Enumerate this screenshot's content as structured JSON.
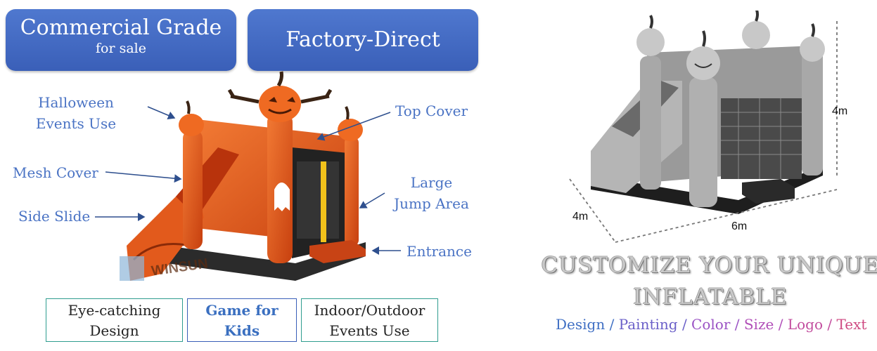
{
  "banners": {
    "left_title": "Commercial Grade",
    "left_subtitle": "for sale",
    "right_title": "Factory-Direct"
  },
  "callouts": {
    "halloween": "Halloween Events Use",
    "top_cover": "Top Cover",
    "mesh_cover": "Mesh Cover",
    "large_jump": "Large Jump Area",
    "side_slide": "Side Slide",
    "entrance": "Entrance"
  },
  "features": [
    {
      "label": "Eye-catching Design"
    },
    {
      "label": "Game for Kids"
    },
    {
      "label": "Indoor/Outdoor Events Use"
    }
  ],
  "brand_watermark": "WINSUN",
  "dimensions": {
    "height": "4m",
    "depth": "4m",
    "width": "6m"
  },
  "headline": {
    "line1": "CUSTOMIZE YOUR UNIQUE",
    "line2": "INFLATABLE"
  },
  "options": [
    {
      "label": "Design",
      "color": "#3f6fc4"
    },
    {
      "label": "Painting",
      "color": "#6a5fc8"
    },
    {
      "label": "Color",
      "color": "#9a52c4"
    },
    {
      "label": "Size",
      "color": "#b14fb8"
    },
    {
      "label": "Logo",
      "color": "#c24d9e"
    },
    {
      "label": "Text",
      "color": "#cf4a82"
    }
  ],
  "separator": "/",
  "colors": {
    "banner": "#4a70c9",
    "label_blue": "#4a73c4",
    "box_teal": "#2f9d8f",
    "bouncer_orange": "#e25a1c"
  }
}
